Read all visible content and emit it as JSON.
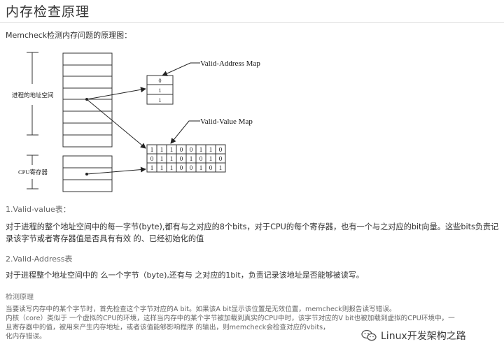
{
  "page_title": "内存检查原理",
  "intro": "Memcheck检测内存问题的原理图：",
  "diagram": {
    "address_space_label": "进程的地址空间",
    "cpu_label": "CPU寄存器",
    "valid_address_map_label": "Valid-Address Map",
    "valid_value_map_label": "Valid-Value Map",
    "address_map_bits": [
      "0",
      "1",
      "1"
    ],
    "value_map_rows": [
      [
        "1",
        "1",
        "1",
        "0",
        "0",
        "1",
        "1",
        "0"
      ],
      [
        "0",
        "1",
        "1",
        "0",
        "1",
        "0",
        "1",
        "0"
      ],
      [
        "1",
        "1",
        "1",
        "0",
        "0",
        "1",
        "0",
        "1"
      ]
    ]
  },
  "section1": {
    "heading": "1.Valid-value表：",
    "line1": "对于进程的整个地址空间中的每一字节(byte),都有与之对应的8个bits，对于CPU的每个寄存器，也有一个与之对应的bit向量。这些bits负责记",
    "line2": "录该字节或者寄存器值是否具有有效 的、已经初始化的值"
  },
  "section2": {
    "heading": "2.Valid-Address表",
    "text": "对于进程整个地址空间中的 么一个字节（byte),还有与 之对应的1bit，负责记录该地址是否能够被读写。"
  },
  "section3": {
    "heading": "检测原理",
    "lines": [
      "当要读写内存中的某个字节时，首先检查这个字节对应的A bit。如果该A bit显示该位置是无效位置，memcheck则报告读写错误。",
      "内核（core）类似于 一个虚拟的CPU的环境，这样当内存中的某个字节被加载到真实的CPU中时，该字节对应的V bit也被加载到虚拟的CPU环境中，一",
      "旦寄存器中的值，被用来产生内存地址，或者该值能够影响程序 的输出，则memcheck会检查对应的vbits，",
      "化内存错误。"
    ]
  },
  "watermark": "Linux开发架构之路"
}
